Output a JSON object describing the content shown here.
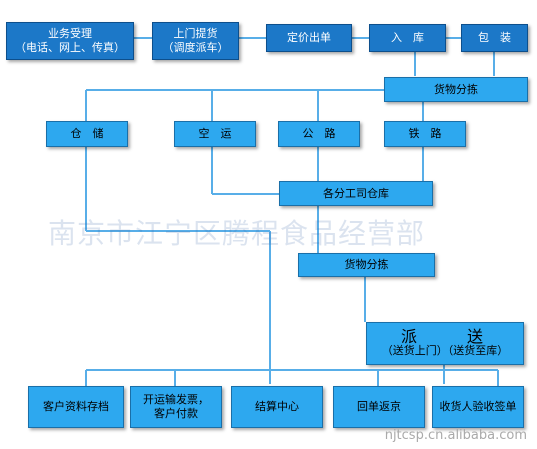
{
  "colors": {
    "box": "#2da8ef",
    "box_dark": "#1c78c8",
    "line": "#58aee8"
  },
  "nodes": {
    "business": {
      "line1": "业务受理",
      "line2": "（电话、网上、传真）"
    },
    "pickup": {
      "line1": "上门提货",
      "line2": "（调度派车）"
    },
    "pricing": {
      "line1": "定价出单"
    },
    "warehousing": {
      "line1": "入　库"
    },
    "packing": {
      "line1": "包　装"
    },
    "sorting1": {
      "line1": "货物分拣"
    },
    "storage": {
      "line1": "仓　储"
    },
    "air": {
      "line1": "空　运"
    },
    "road": {
      "line1": "公　路"
    },
    "rail": {
      "line1": "铁　路"
    },
    "branch": {
      "line1": "各分工司仓库"
    },
    "sorting2": {
      "line1": "货物分拣"
    },
    "delivery": {
      "line1": "派　　送",
      "line2": "（送货上门）（送货至库）"
    },
    "archive": {
      "line1": "客户资料存档"
    },
    "invoice": {
      "line1": "开运输发票，",
      "line2": "客户付款"
    },
    "settlement": {
      "line1": "结算中心"
    },
    "receipt": {
      "line1": "回单返京"
    },
    "signoff": {
      "line1": "收货人验收签单"
    }
  },
  "watermark": {
    "main": "南京市江宁区腾程食品经营部",
    "site": "njtcsp.cn.alibaba.com"
  }
}
